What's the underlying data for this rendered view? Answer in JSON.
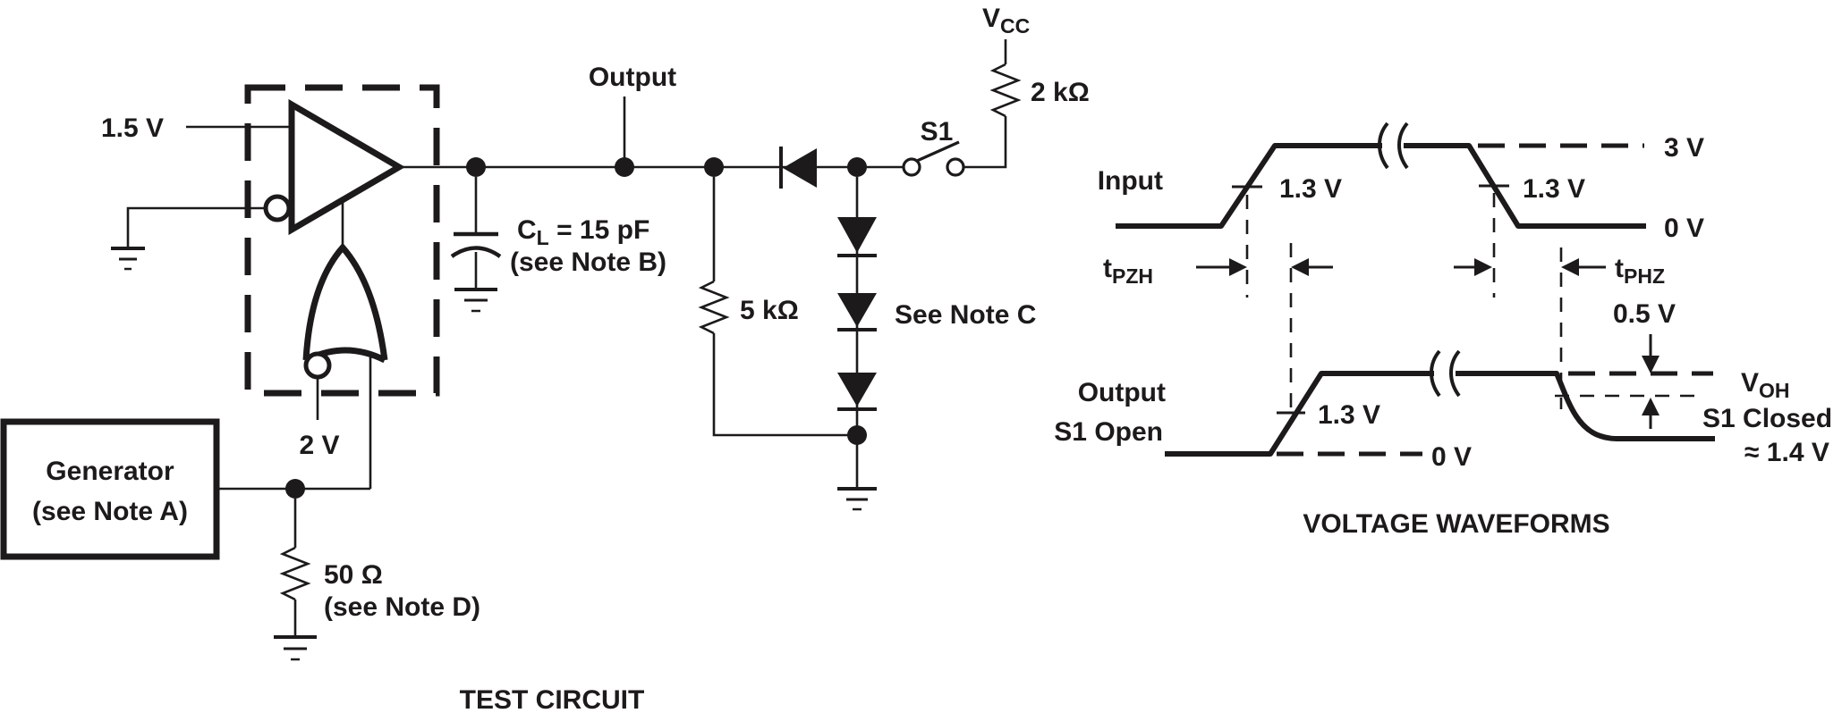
{
  "figure": {
    "test_circuit": {
      "caption": "TEST CIRCUIT",
      "input_bias": "1.5 V",
      "enable_bias": "2 V",
      "output_label": "Output",
      "cap": {
        "base": "C",
        "sub": "L",
        "value": " = 15 pF",
        "note": "(see Note B)"
      },
      "r5k": "5 kΩ",
      "see_note_c": "See Note C",
      "s1": "S1",
      "vcc": {
        "base": "V",
        "sub": "CC"
      },
      "r2k": "2 kΩ",
      "generator": {
        "line1": "Generator",
        "line2": "(see Note A)"
      },
      "r50": {
        "value": "50 Ω",
        "note": "(see Note D)"
      }
    },
    "waveforms": {
      "caption": "VOLTAGE WAVEFORMS",
      "input": {
        "label": "Input",
        "high": "3 V",
        "low": "0 V",
        "vth_rise": "1.3 V",
        "vth_fall": "1.3 V"
      },
      "tpzh": {
        "base": "t",
        "sub": "PZH"
      },
      "tphz": {
        "base": "t",
        "sub": "PHZ"
      },
      "delta": "0.5 V",
      "voh": {
        "base": "V",
        "sub": "OH"
      },
      "s1_closed": "S1 Closed",
      "approx": "≈ 1.4 V",
      "output": {
        "label1": "Output",
        "label2": "S1 Open",
        "low": "0 V",
        "vth": "1.3 V"
      }
    }
  }
}
